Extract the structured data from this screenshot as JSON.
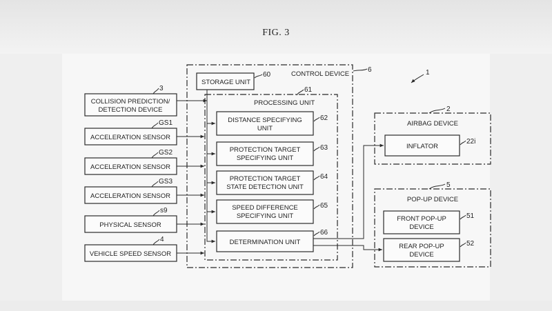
{
  "figure": {
    "title": "FIG. 3"
  },
  "labels": {
    "system_ref": "1",
    "control_device": "CONTROL DEVICE",
    "control_device_ref": "6",
    "storage_unit": "STORAGE UNIT",
    "storage_unit_ref": "60",
    "processing_unit": "PROCESSING UNIT",
    "processing_unit_ref": "61",
    "distance_l1": "DISTANCE SPECIFYING",
    "distance_l2": "UNIT",
    "distance_ref": "62",
    "target_l1": "PROTECTION TARGET",
    "target_l2": "SPECIFYING UNIT",
    "target_ref": "63",
    "state_l1": "PROTECTION TARGET",
    "state_l2": "STATE DETECTION UNIT",
    "state_ref": "64",
    "speed_l1": "SPEED DIFFERENCE",
    "speed_l2": "SPECIFYING UNIT",
    "speed_ref": "65",
    "determination": "DETERMINATION UNIT",
    "determination_ref": "66",
    "collision_l1": "COLLISION PREDICTION/",
    "collision_l2": "DETECTION DEVICE",
    "collision_ref": "3",
    "accel1": "ACCELERATION SENSOR",
    "accel1_ref": "GS1",
    "accel2": "ACCELERATION SENSOR",
    "accel2_ref": "GS2",
    "accel3": "ACCELERATION SENSOR",
    "accel3_ref": "GS3",
    "physical": "PHYSICAL SENSOR",
    "physical_ref": "s9",
    "vehicle_speed": "VEHICLE SPEED SENSOR",
    "vehicle_speed_ref": "4",
    "airbag_device": "AIRBAG DEVICE",
    "airbag_device_ref": "2",
    "inflator": "INFLATOR",
    "inflator_ref": "22i",
    "popup_device": "POP-UP DEVICE",
    "popup_device_ref": "5",
    "front_popup_l1": "FRONT POP-UP",
    "front_popup_l2": "DEVICE",
    "front_popup_ref": "51",
    "rear_popup_l1": "REAR POP-UP",
    "rear_popup_l2": "DEVICE",
    "rear_popup_ref": "52"
  }
}
